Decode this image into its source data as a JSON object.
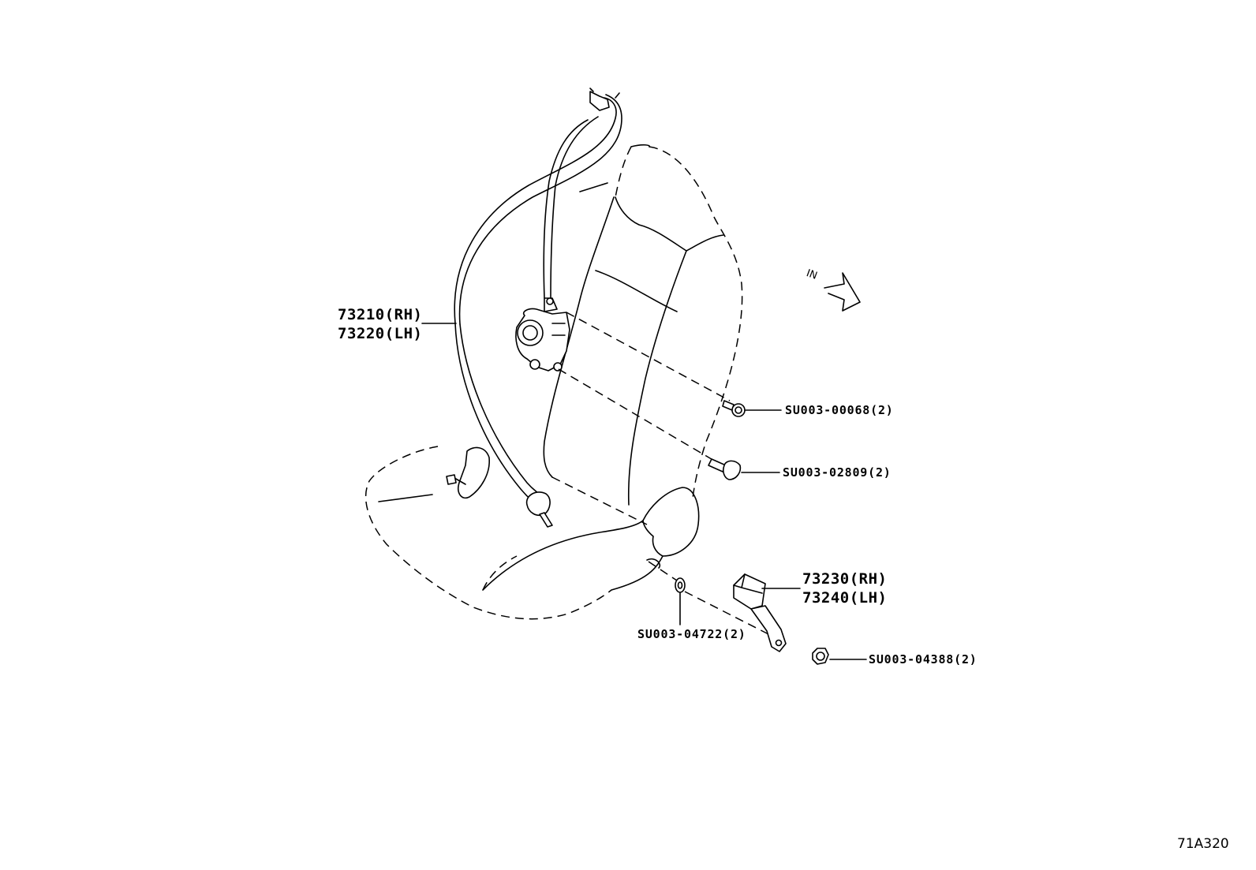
{
  "diagram_code": "71A320",
  "direction_label": "IN",
  "callouts": {
    "belt_upper_rh": "73210(RH)",
    "belt_upper_lh": "73220(LH)",
    "buckle_rh": "73230(RH)",
    "buckle_lh": "73240(LH)",
    "bolt_top": "SU003-00068(2)",
    "bolt_mid": "SU003-02809(2)",
    "washer": "SU003-04722(2)",
    "nut": "SU003-04388(2)"
  }
}
